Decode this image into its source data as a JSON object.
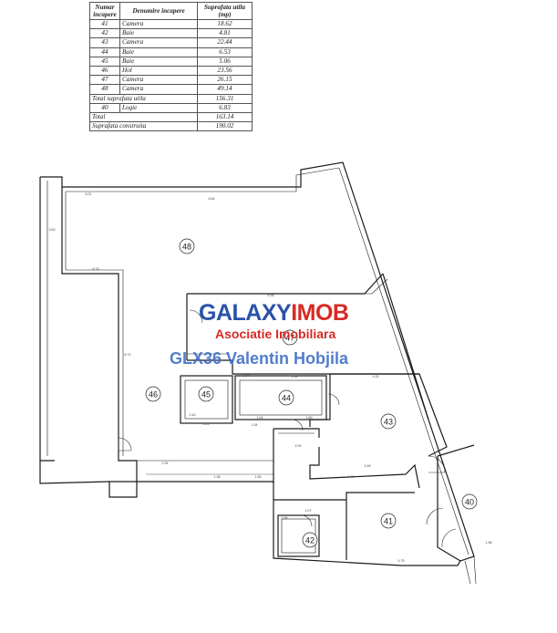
{
  "table": {
    "headers": [
      "Numar incapere",
      "Denumire incapere",
      "Suprafata utila (mp)"
    ],
    "rows": [
      {
        "num": "41",
        "name": "Camera",
        "area": "18.62"
      },
      {
        "num": "42",
        "name": "Baie",
        "area": "4.81"
      },
      {
        "num": "43",
        "name": "Camera",
        "area": "22.44"
      },
      {
        "num": "44",
        "name": "Baie",
        "area": "6.53"
      },
      {
        "num": "45",
        "name": "Baie",
        "area": "5.06"
      },
      {
        "num": "46",
        "name": "Hol",
        "area": "23.56"
      },
      {
        "num": "47",
        "name": "Camera",
        "area": "26.15"
      },
      {
        "num": "48",
        "name": "Camera",
        "area": "49.14"
      }
    ],
    "total_useful": {
      "label": "Total suprafata utila",
      "area": "156.31"
    },
    "logia": {
      "num": "40",
      "name": "Logie",
      "area": "6.83"
    },
    "total": {
      "label": "Total",
      "area": "163.14"
    },
    "built": {
      "label": "Suprafata construita",
      "area": "190.02"
    }
  },
  "watermark": {
    "brand_part1": "GALAXY",
    "brand_part2": "IMOB",
    "tagline": "Asociatie Imobiliara",
    "agent": "GLX36 Valentin Hobjila"
  },
  "rooms": {
    "r48": "48",
    "r47": "47",
    "r46": "46",
    "r45": "45",
    "r44": "44",
    "r43": "43",
    "r42": "42",
    "r41": "41",
    "r40": "40"
  },
  "dimensions": {
    "d1": "8.21",
    "d2": "5.64",
    "d3": "3.83",
    "d4": "8.74",
    "d5": "5.38",
    "d6": "8.74",
    "d7": "2.52",
    "d8": "4.25",
    "d9": "2.43",
    "d10": "2.25",
    "d11": "1.54",
    "d12": "1.69",
    "d13": "1.04",
    "d14": "2.09",
    "d15": "1.38",
    "d16": "1.65",
    "d17": "3.48",
    "d18": "0.79",
    "d19": "4.75",
    "d20": "1.98",
    "d21": "0.77",
    "d22": "2.94",
    "d23": "1.07",
    "d24": "0.96"
  }
}
